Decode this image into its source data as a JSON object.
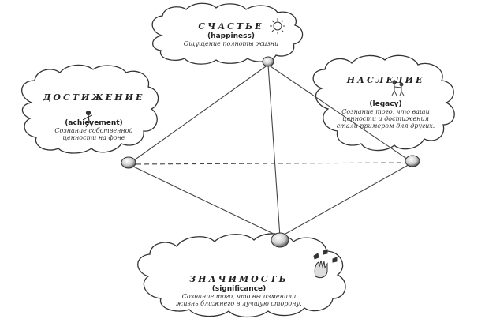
{
  "nodes": {
    "happiness": {
      "title": "СЧАСТЬЕ",
      "subtitle": "(happiness)",
      "description": "Ощущение полноты жизни",
      "icon": "sun-icon"
    },
    "achievement": {
      "title": "ДОСТИЖЕНИЕ",
      "subtitle": "(achievement)",
      "description": "Сознание собственной ценности на фоне",
      "icon": "runner-figure-icon"
    },
    "legacy": {
      "title": "НАСЛЕДИЕ",
      "subtitle": "(legacy)",
      "description": "Сознание того, что ваши ценности и достижения стали примером для других.",
      "icon": "family-figures-icon"
    },
    "significance": {
      "title": "ЗНАЧИМОСТЬ",
      "subtitle": "(significance)",
      "description": "Сознание того, что вы изменили жизнь ближнего в лучшую сторону.",
      "icon": "hand-butterflies-icon"
    }
  }
}
